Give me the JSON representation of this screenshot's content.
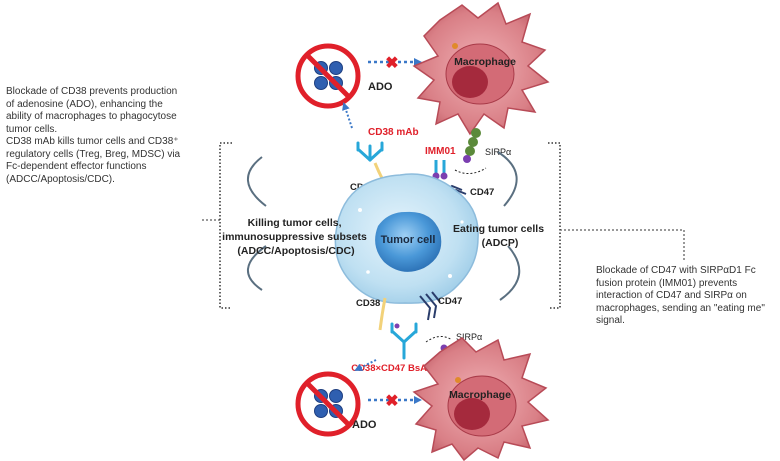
{
  "notes": {
    "left": [
      "Blockade of CD38 prevents production",
      "of adenosine (ADO), enhancing the",
      "ability of macrophages to phagocytose",
      "tumor cells.",
      "CD38 mAb kills tumor cells and CD38⁺",
      "regulatory cells (Treg, Breg, MDSC) via",
      "Fc-dependent effector functions",
      "(ADCC/Apoptosis/CDC)."
    ],
    "right": [
      "Blockade of CD47 with SIRPαD1 Fc",
      "fusion protein (IMM01) prevents",
      "interaction of CD47 and SIRPα on",
      "macrophages, sending an \"eating me\"",
      "signal."
    ]
  },
  "labels": {
    "ado_top": "ADO",
    "ado_bottom": "ADO",
    "macrophage_top": "Macrophage",
    "macrophage_bottom": "Macrophage",
    "cd38_mab": "CD38 mAb",
    "imm01": "IMM01",
    "sirpa_top": "SIRPα",
    "sirpa_bottom": "SIRPα",
    "cd38_upper": "CD38",
    "cd47_upper": "CD47",
    "cd38_lower": "CD38",
    "cd47_lower": "CD47",
    "bsab": "CD38×CD47 BsAb",
    "tumor_cell": "Tumor cell",
    "killing": [
      "Killing tumor cells,",
      "immunosuppressive subsets",
      "(ADCC/Apoptosis/CDC)"
    ],
    "eating": [
      "Eating tumor cells",
      "(ADCP)"
    ]
  },
  "colors": {
    "red_label": "#e0202a",
    "blue_arrow": "#3a78c8",
    "macrophage": "#d97f86",
    "macrophage_nucleus": "#b13a4a",
    "tumor_cell": "#bfe0f2",
    "tumor_nucleus": "#4a98d8",
    "antibody": "#27a7d9",
    "cd47": "#2a3d6b",
    "sirpa_green": "#5b8a3a",
    "sirpa_purple": "#7b3fb0",
    "cd38_stalk": "#f2d27a"
  },
  "icons": [
    "no-adenosine-icon",
    "x-block-icon",
    "macrophage-icon",
    "tumor-cell-icon",
    "antibody-icon",
    "fusion-protein-icon",
    "curved-arrow-icon"
  ]
}
